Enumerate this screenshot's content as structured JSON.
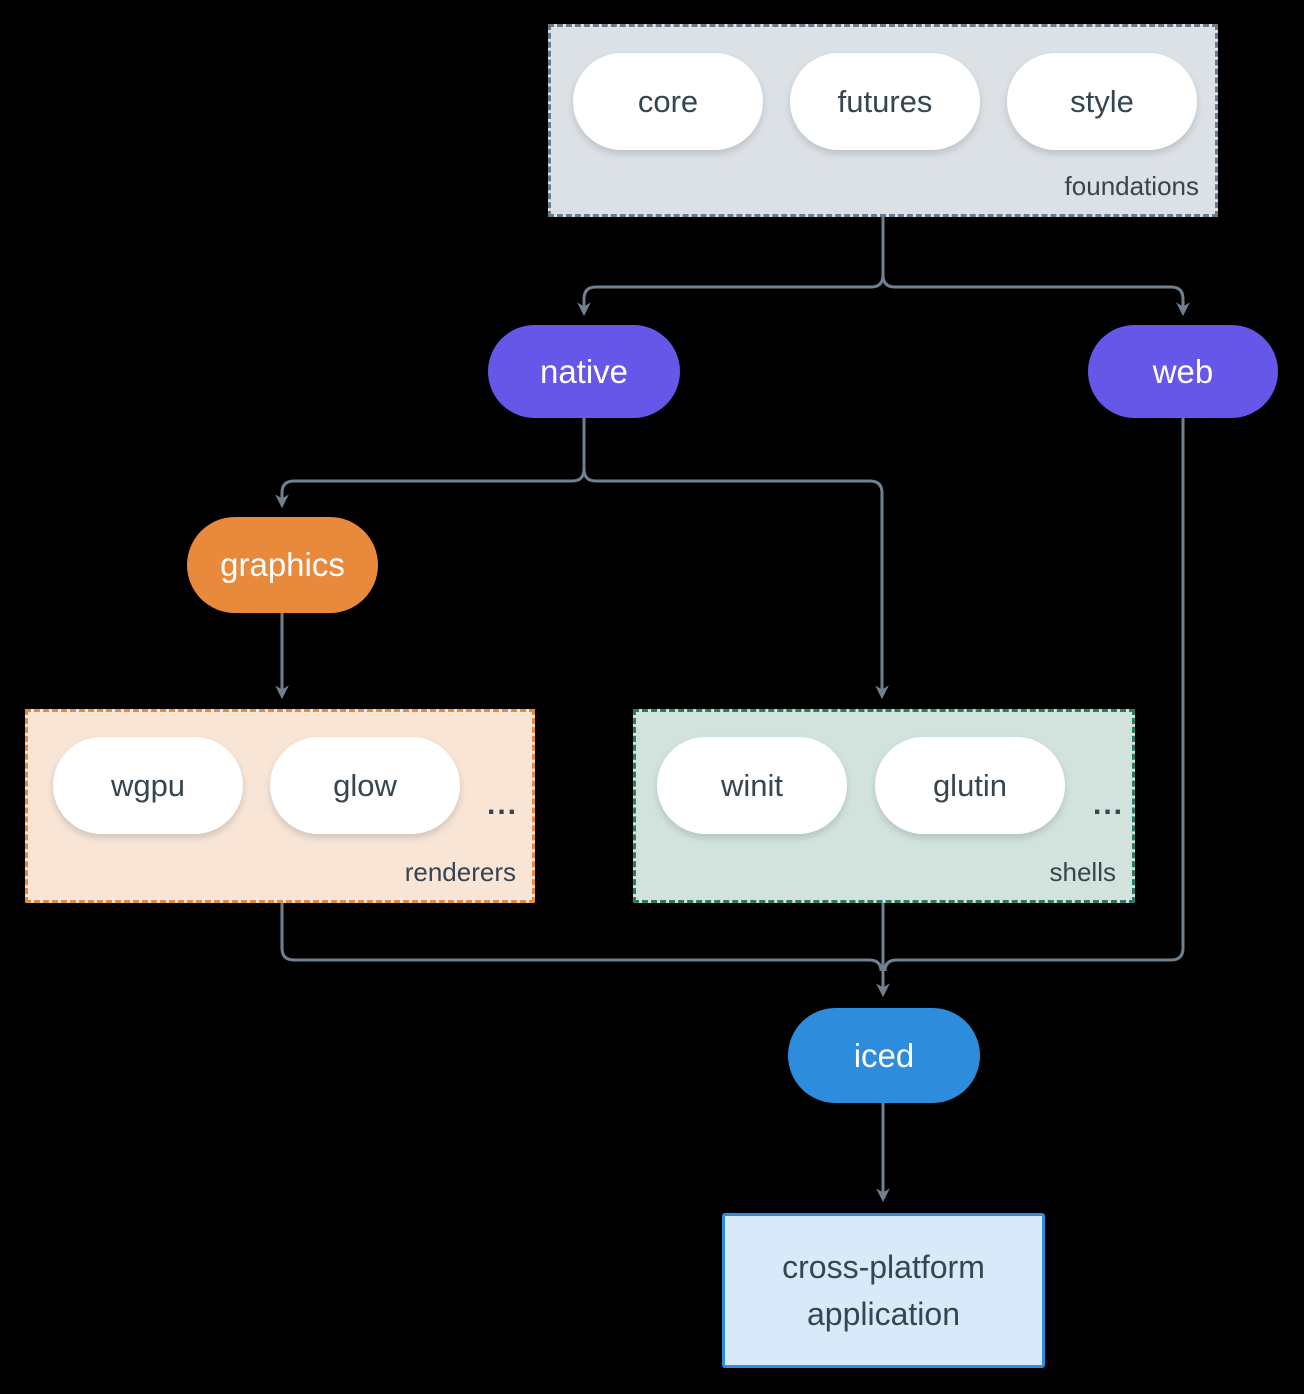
{
  "colors": {
    "background": "#000000",
    "connector": "#71808f",
    "text_dark": "#36454f",
    "node_text": "#ffffff",
    "purple": "#6657e8",
    "orange": "#e8893c",
    "blue": "#2d8cdc",
    "foundations_fill": "#dce1e5",
    "foundations_border": "#6b7b8b",
    "renderers_fill": "#f9e5d5",
    "renderers_border": "#e8893c",
    "shells_fill": "#d2e3dd",
    "shells_border": "#2a7a6a",
    "app_fill": "#d8e9f9",
    "app_border": "#2d8cdc",
    "pill_fill": "#ffffff"
  },
  "groups": {
    "foundations": {
      "label": "foundations",
      "items": [
        "core",
        "futures",
        "style"
      ]
    },
    "renderers": {
      "label": "renderers",
      "items": [
        "wgpu",
        "glow"
      ],
      "ellipsis": "..."
    },
    "shells": {
      "label": "shells",
      "items": [
        "winit",
        "glutin"
      ],
      "ellipsis": "..."
    }
  },
  "nodes": {
    "native": {
      "label": "native"
    },
    "web": {
      "label": "web"
    },
    "graphics": {
      "label": "graphics"
    },
    "iced": {
      "label": "iced"
    },
    "application": {
      "lines": [
        "cross-platform",
        "application"
      ]
    }
  }
}
